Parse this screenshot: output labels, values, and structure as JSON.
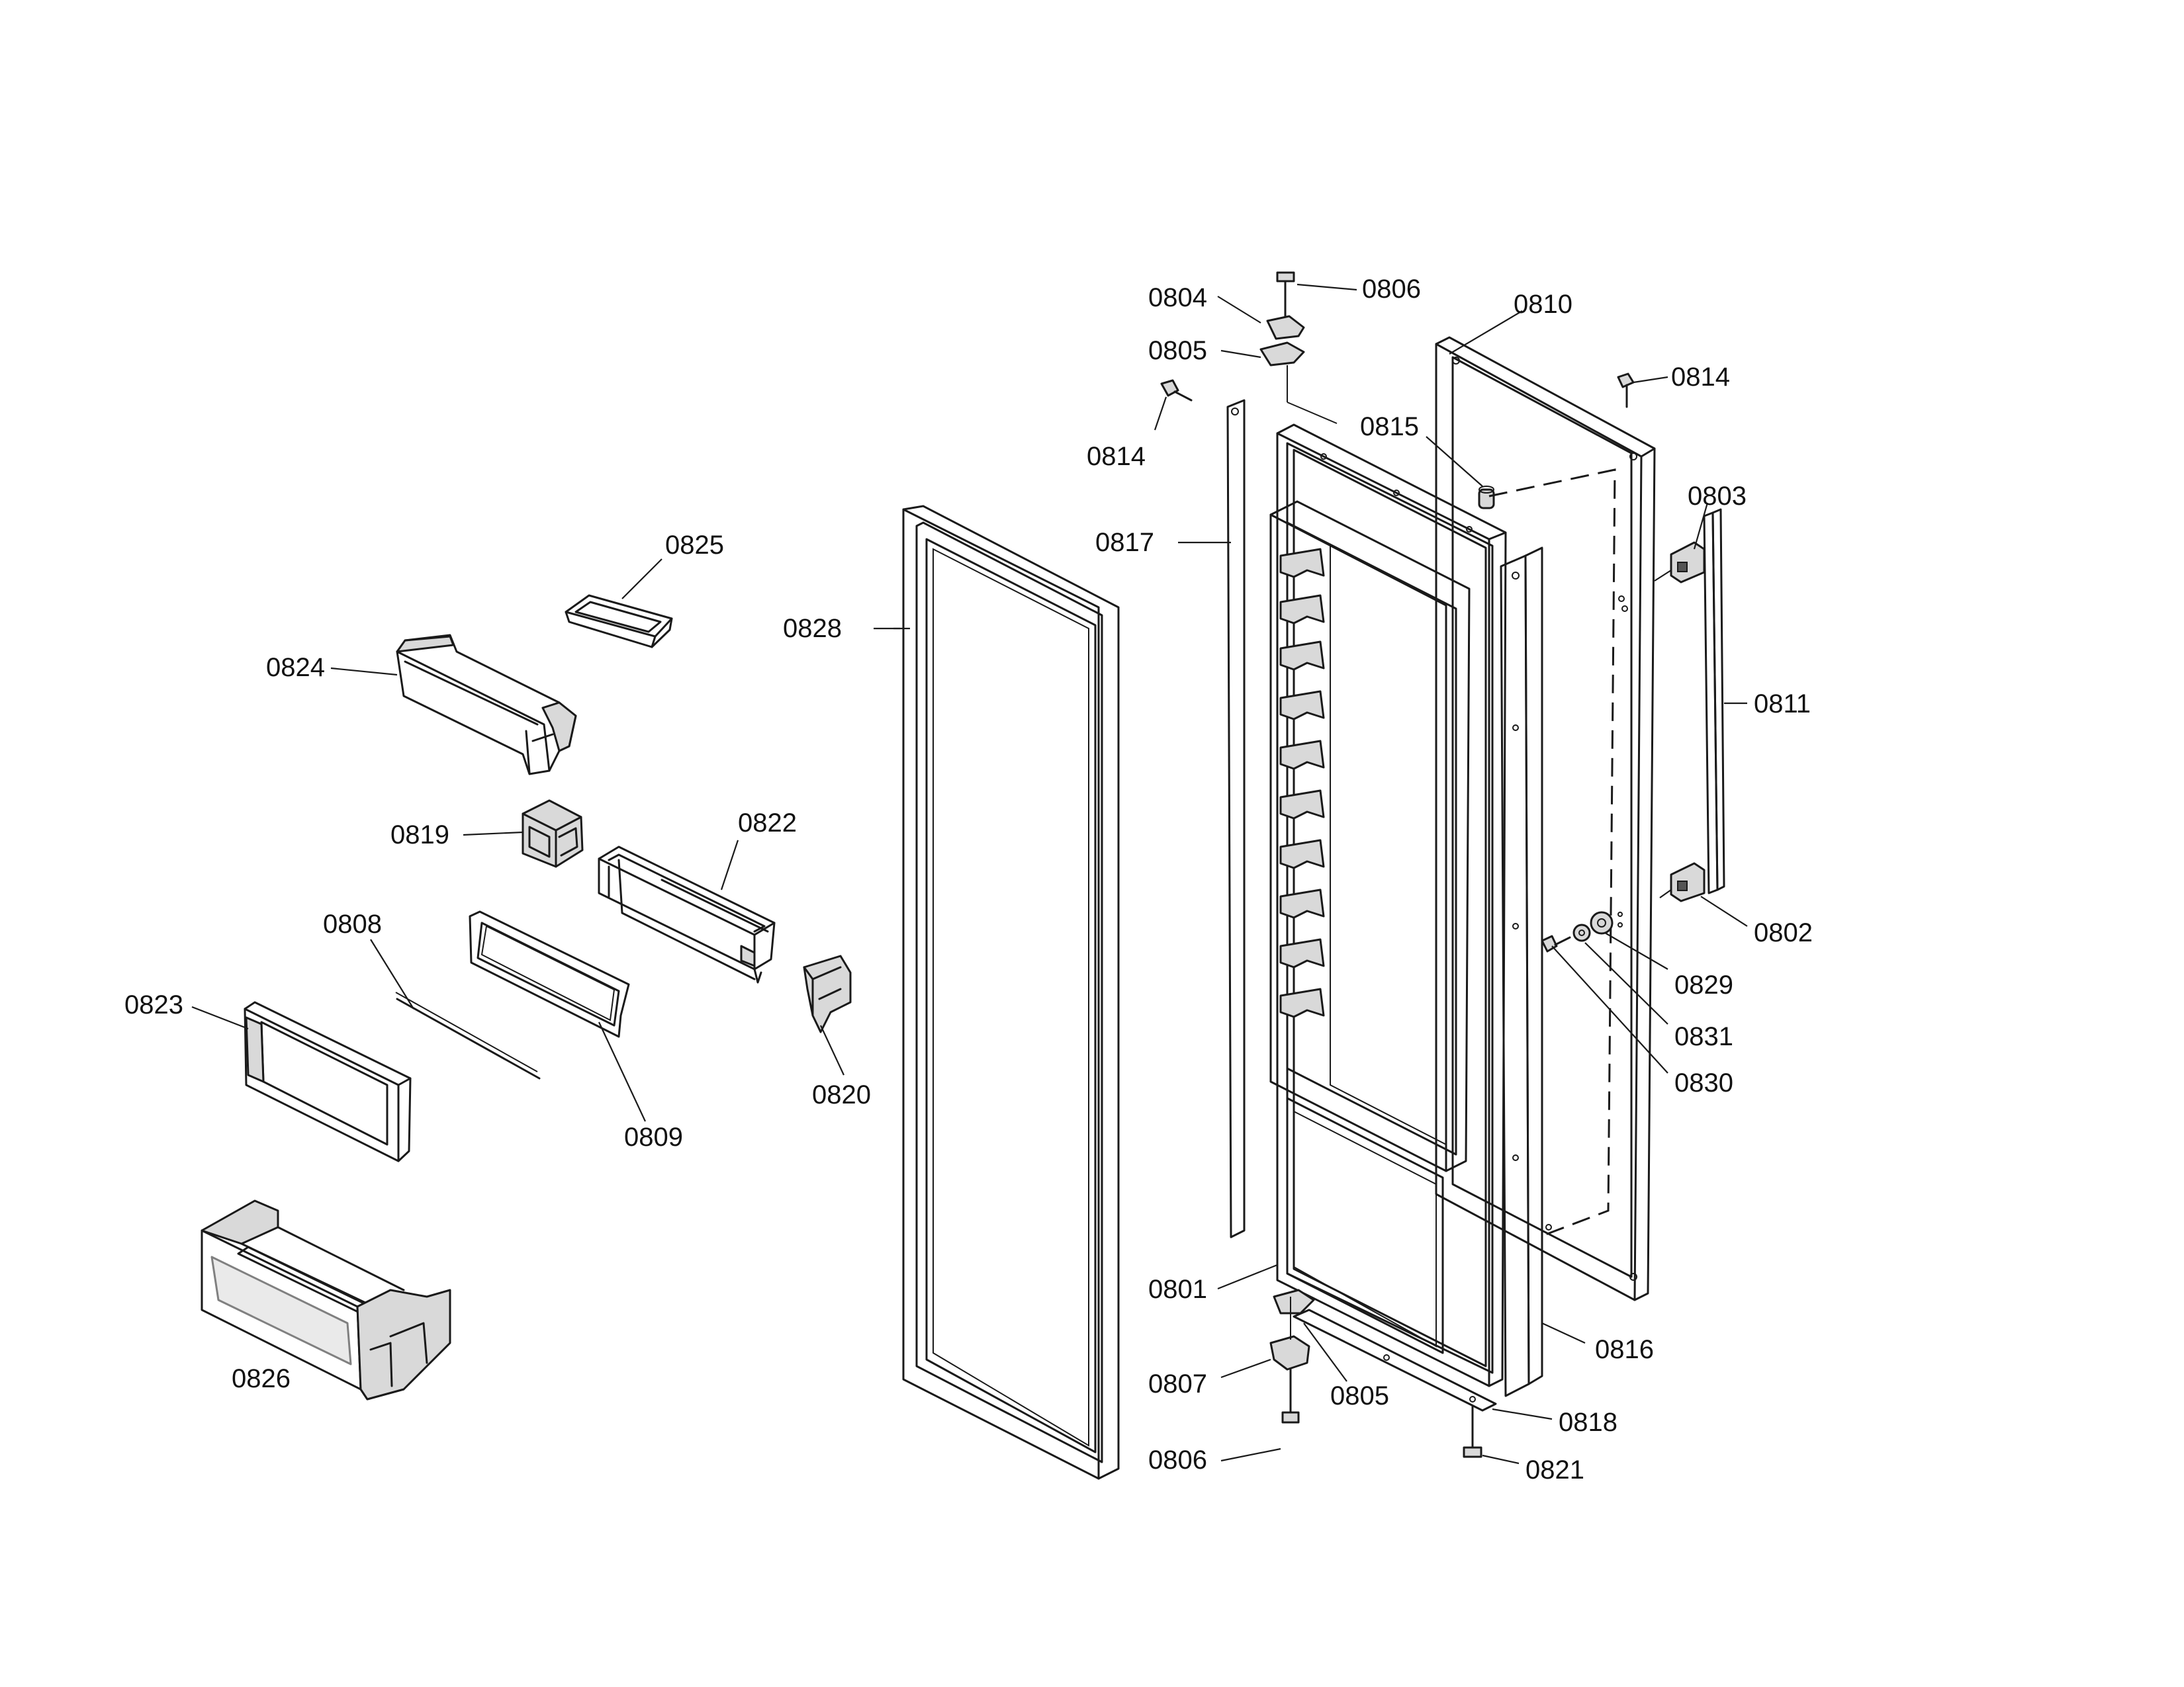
{
  "callouts": {
    "c0801": "0801",
    "c0802": "0802",
    "c0803": "0803",
    "c0804": "0804",
    "c0805a": "0805",
    "c0805b": "0805",
    "c0806a": "0806",
    "c0806b": "0806",
    "c0807": "0807",
    "c0808": "0808",
    "c0809": "0809",
    "c0810": "0810",
    "c0811": "0811",
    "c0814a": "0814",
    "c0814b": "0814",
    "c0815": "0815",
    "c0816": "0816",
    "c0817": "0817",
    "c0818": "0818",
    "c0819": "0819",
    "c0820": "0820",
    "c0821": "0821",
    "c0822": "0822",
    "c0823": "0823",
    "c0824": "0824",
    "c0825": "0825",
    "c0826": "0826",
    "c0828": "0828",
    "c0829": "0829",
    "c0830": "0830",
    "c0831": "0831"
  }
}
